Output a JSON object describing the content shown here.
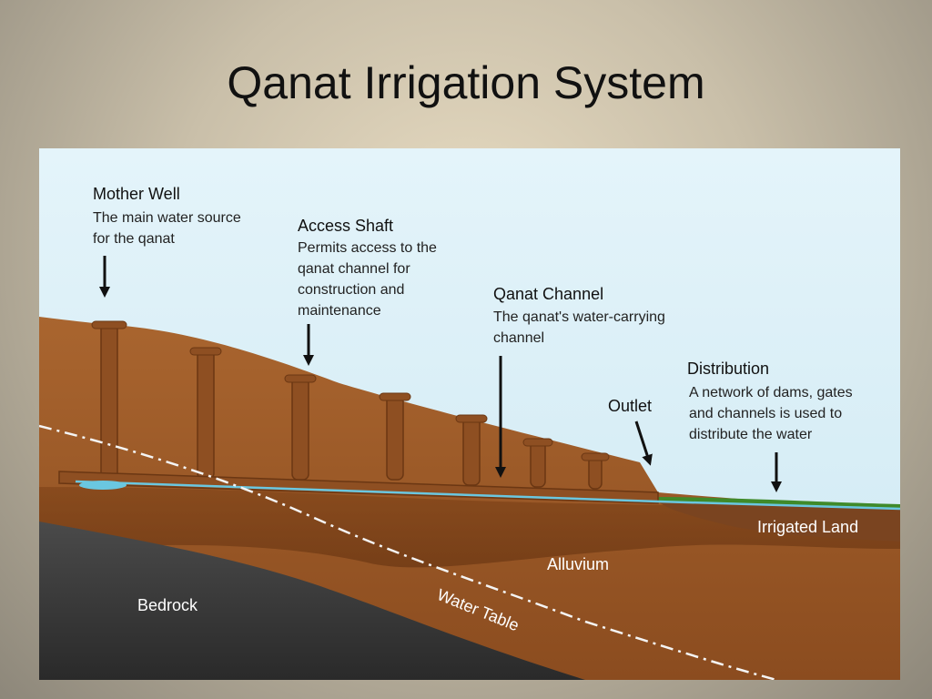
{
  "slide": {
    "title": "Qanat Irrigation System"
  },
  "labels": {
    "mother_well": {
      "title": "Mother Well",
      "desc": [
        "The main water source",
        "for the qanat"
      ]
    },
    "access_shaft": {
      "title": "Access Shaft",
      "desc": [
        "Permits access to the",
        "qanat channel for",
        "construction and",
        "maintenance"
      ]
    },
    "qanat_channel": {
      "title": "Qanat Channel",
      "desc": [
        "The qanat's water-carrying",
        "channel"
      ]
    },
    "outlet": {
      "title": "Outlet"
    },
    "distribution": {
      "title": "Distribution",
      "desc": [
        "A network of dams, gates",
        "and channels is used to",
        "distribute the water"
      ]
    },
    "irrigated_land": "Irrigated Land",
    "alluvium": "Alluvium",
    "bedrock": "Bedrock",
    "water_table": "Water Table"
  },
  "colors": {
    "sky": "#dff0f7",
    "soil": "#9c5a2a",
    "soil_dark": "#6e3a15",
    "bedrock": "#3b3b3b",
    "water": "#6ac7e0",
    "grass": "#3f8a2a"
  }
}
